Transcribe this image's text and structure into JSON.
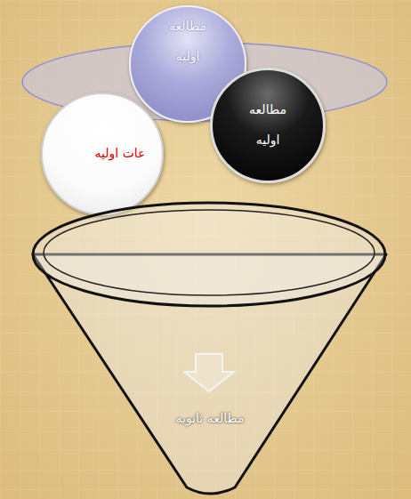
{
  "diagram": {
    "nodes": [
      {
        "text": [
          "مطالعه اولیه"
        ]
      },
      {
        "text": [
          "مطالعه اولیه"
        ]
      },
      {
        "text": [
          "عات اولیه"
        ]
      },
      {
        "text": [
          "مطالعه ثانویه"
        ]
      }
    ]
  }
}
